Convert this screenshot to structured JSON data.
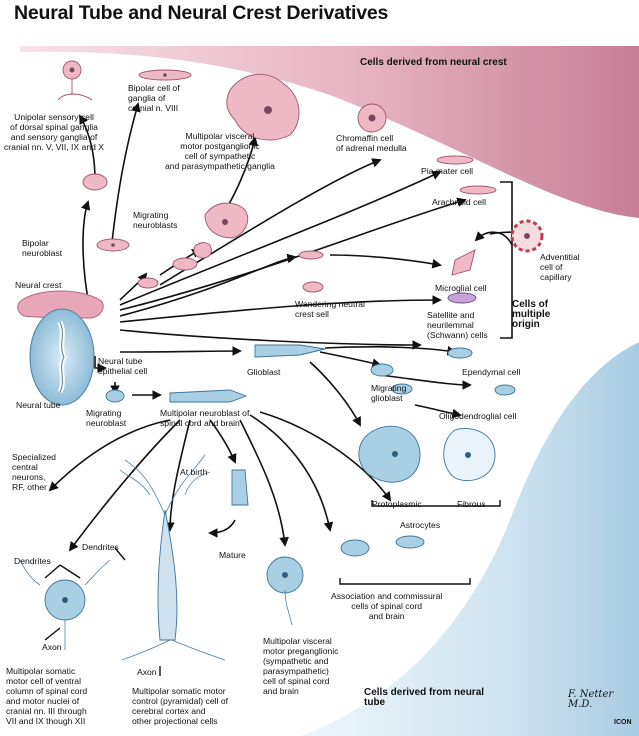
{
  "title": "Neural Tube and Neural Crest Derivatives",
  "regions": {
    "crest": "Cells derived from neural crest",
    "tube": "Cells derived from neural\ntube",
    "multiple": "Cells of\nmultiple\norigin"
  },
  "labels": {
    "unipolar": "Unipolar sensory cell\nof dorsal spinal ganglia\nand sensory ganglia of\ncranial nn. V, VII, IX and X",
    "bipolar_viii": "Bipolar cell of\nganglia of\ncranial n. VIII",
    "multipolar_visceral_post": "Multipolar visceral\nmotor postganglionic\ncell of sympathetic\nand parasympathetic ganglia",
    "chromaffin": "Chromaffin cell\nof adrenal medulla",
    "pia": "Pia mater cell",
    "arachnoid": "Arachnoid cell",
    "migrating_neuroblasts": "Migrating\nneuroblasts",
    "adventitial": "Adventitial\ncell of\ncapillary",
    "bipolar_neuroblast": "Bipolar\nneuroblast",
    "microglial": "Microglial cell",
    "neural_crest": "Neural crest",
    "wandering": "Wandering neutral\ncrest sell",
    "satellite": "Satellite and\nneurilemmal\n(Schwann) cells",
    "neural_tube_epithelial": "Neural tube\nepithelial cell",
    "glioblast": "Glioblast",
    "ependymal": "Ependymal cell",
    "neural_tube": "Neural tube",
    "migrating_neuroblast": "Migrating\nneuroblast",
    "multipolar_neuroblast": "Multipolar neuroblast of\nspinal cord and brain",
    "migrating_glioblast": "Migrating\nglioblast",
    "oligodendroglial": "Oligodendroglial cell",
    "specialized": "Specialized\ncentral\nneurons,\nRF, other",
    "at_birth": "At birth",
    "protoplasmic": "Protoplasmic",
    "fibrous": "Fibrous",
    "astrocytes": "Astrocytes",
    "dendrites_top": "Dendrites",
    "dendrites_left": "Dendrites",
    "mature": "Mature",
    "axon_left": "Axon",
    "axon_mid": "Axon",
    "association": "Association and commissural\ncells of spinal cord\nand brain",
    "multipolar_pre": "Multipolar visceral\nmotor preganglionic\n(sympathetic and\nparasympathetic)\ncell of spinal cord\nand brain",
    "multipolar_somatic": "Multipolar somatic\nmotor cell of ventral\ncolumn of spinal cord\nand motor nuclei of\ncranial nn. III through\nVII and IX though XII",
    "pyramidal": "Multipolar somatic motor\ncontrol (pyramidal) cell of\ncerebral cortex and\nother projectional cells"
  },
  "signature": "F. Netter M.D.",
  "logo": "ICON",
  "colors": {
    "crest_region": "#c9869c",
    "tube_region": "#bcd8e8",
    "crest_cell": "#eeb8c4",
    "tube_cell": "#a9cfe4",
    "nucleus": "#7a4860"
  }
}
